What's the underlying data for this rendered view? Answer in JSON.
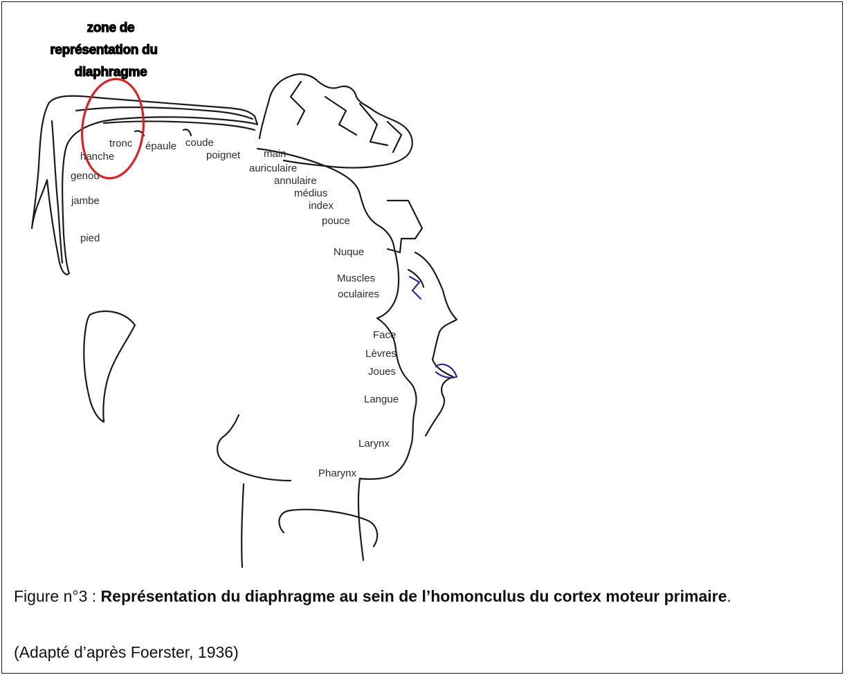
{
  "zone_title": [
    "zone de",
    "représentation du",
    "diaphragme"
  ],
  "labels": {
    "tronc": "tronc",
    "hanche": "hanche",
    "genou": "genou",
    "jambe": "jambe",
    "pied": "pied",
    "epaule": "épaule",
    "coude": "coude",
    "poignet": "poignet",
    "main": "main",
    "auriculaire": "auriculaire",
    "annulaire": "annulaire",
    "medius": "médius",
    "index": "index",
    "pouce": "pouce",
    "nuque": "Nuque",
    "muscles": "Muscles",
    "oculaires": "oculaires",
    "face": "Face",
    "levres": "Lèvres",
    "joues": "Joues",
    "langue": "Langue",
    "larynx": "Larynx",
    "pharynx": "Pharynx"
  },
  "caption": {
    "prefix": "Figure n°3 : ",
    "bold_title": "Représentation du diaphragme au sein de l’homonculus du cortex moteur primaire",
    "suffix": "."
  },
  "source": "(Adapté d’après Foerster, 1936)",
  "colors": {
    "highlight": "#e02020",
    "annotation": "#2a2a9a",
    "outline": "#1a1a1a"
  }
}
